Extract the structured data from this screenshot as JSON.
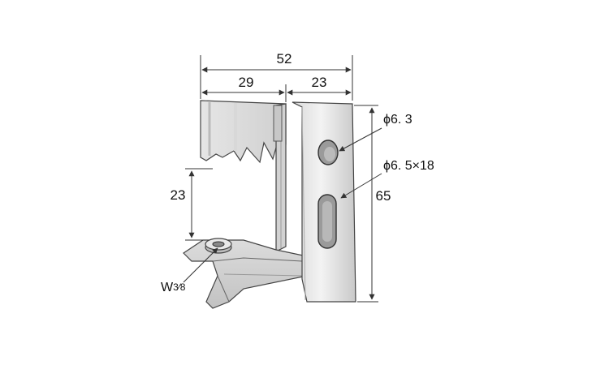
{
  "drawing": {
    "dimensions": {
      "overall_width": "52",
      "left_width": "29",
      "right_width": "23",
      "hook_gap": "23",
      "height": "65"
    },
    "callouts": {
      "round_hole": "ϕ6. 3",
      "slot_hole": "ϕ6. 5×18",
      "thread_base": "W",
      "thread_fraction": "3⁄8"
    }
  }
}
